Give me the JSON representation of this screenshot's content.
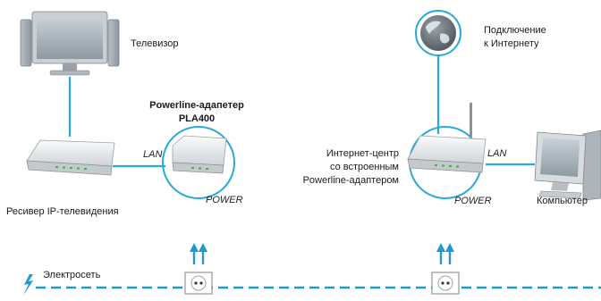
{
  "diagram": {
    "colors": {
      "link": "#2aa8d8",
      "mains": "#1e9ad0",
      "device_body": "#eef0f1",
      "device_edge": "#9aa2a8",
      "led": "#3bb34a"
    },
    "labels": {
      "tv": "Телевизор",
      "adapter_title": "Powerline-адапетер",
      "adapter_model": "PLA400",
      "iptv_receiver": "Ресивер IP-телевидения",
      "lan_left": "LAN",
      "power_left": "POWER",
      "internet_line1": "Подключение",
      "internet_line2": "к Интернету",
      "gateway_line1": "Интернет-центр",
      "gateway_line2": "со встроенным",
      "gateway_line3": "Powerline-адаптером",
      "lan_right": "LAN",
      "power_right": "POWER",
      "computer": "Компьютер",
      "mains": "Электросеть"
    },
    "icons": [
      "tv-icon",
      "iptv-receiver-icon",
      "powerline-adapter-icon",
      "globe-icon",
      "internet-center-icon",
      "computer-icon",
      "power-outlet-icon",
      "lightning-icon",
      "plug-arrow-icon"
    ]
  }
}
